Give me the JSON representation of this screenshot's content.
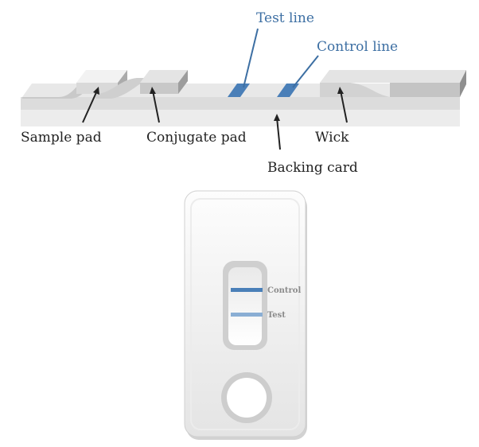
{
  "strip": {
    "labels": {
      "sample_pad": "Sample pad",
      "conjugate_pad": "Conjugate pad",
      "wick": "Wick",
      "backing_card": "Backing card",
      "test_line": "Test line",
      "control_line": "Control line"
    }
  },
  "cassette": {
    "control_label": "Control",
    "test_label": "Test"
  },
  "colors": {
    "line_blue": "#4a7fb8",
    "label_blue": "#3d6fa3",
    "label_dark": "#222222"
  }
}
